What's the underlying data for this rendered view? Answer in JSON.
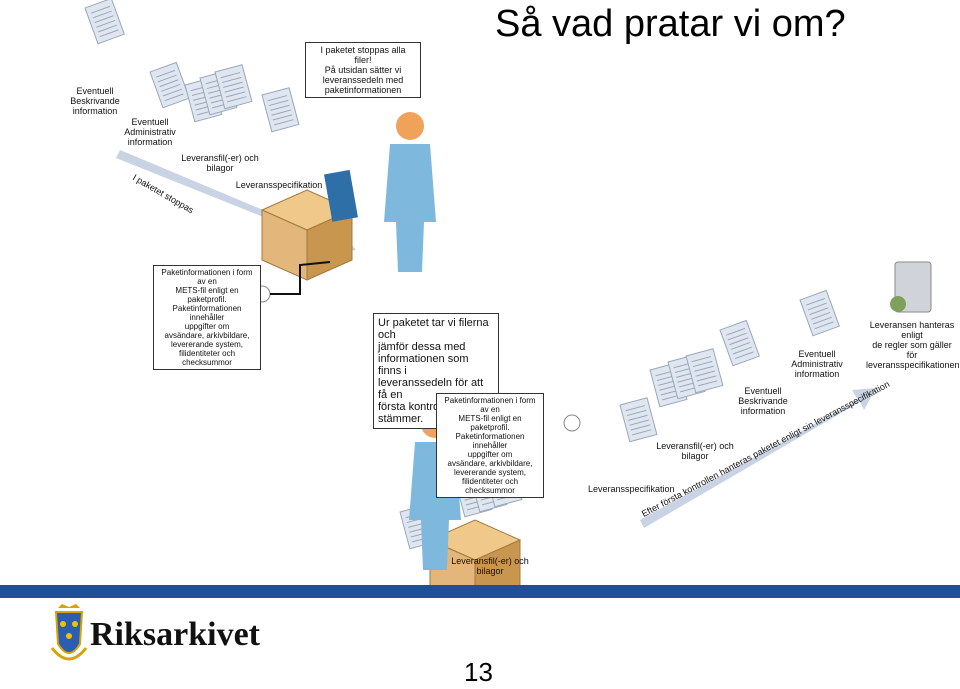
{
  "title": "Så vad pratar vi om?",
  "labels": {
    "desc_info_top": "Eventuell\nBeskrivande information",
    "admin_info_top": "Eventuell\nAdministrativ information",
    "package_stopped": "I paketet stoppas",
    "delivery_files_top": "Leveransfil(-er) och bilagor",
    "delivery_spec_top": "Leveransspecifikation",
    "all_files_question": "I paketet stoppas alla filer!\nPå utsidan sätter vi\nleveranssedeln med\npaketinformationen",
    "pkg_info_left": "Paketinformationen i form av en\nMETS-fil enligt en paketprofil.\nPaketinformationen innehåller\nuppgifter om\navsändare, arkivbildare,\nlevererande system,\nfilidentiteter och checksummor",
    "compare_text": "Ur paketet tar vi filerna och\njämför dessa med\ninformationen som finns i\nleveranssedeln för att få en\nförsta kontroll på att det\nstämmer.",
    "pkg_info_mid": "Paketinformationen i form av en\nMETS-fil enligt en paketprofil.\nPaketinformationen innehåller\nuppgifter om\navsändare, arkivbildare,\nlevererande system,\nfilidentiteter och checksummor",
    "delivery_files_bottom": "Leveransfil(-er) och bilagor",
    "delivery_files_right": "Leveransfil(-er) och bilagor",
    "delivery_spec_right": "Leveransspecifikation",
    "desc_info_right": "Eventuell\nBeskrivande information",
    "admin_info_right": "Eventuell\nAdministrativ information",
    "after_control": "Efter första kontrollen hanteras paketet enligt sin leveransspecifikation",
    "server_text": "Leveransen hanteras enligt\nde regler som gäller\nför leveransspecifikationen"
  },
  "footer": {
    "brand": "Riksarkivet",
    "page_number": "13",
    "color": "#1f4f9c"
  },
  "colors": {
    "arrow": "#c9d3e3",
    "person": "#7fb8dd",
    "head": "#f0a25a",
    "box": "#e3b77b",
    "doc": "#dfe6f0"
  }
}
